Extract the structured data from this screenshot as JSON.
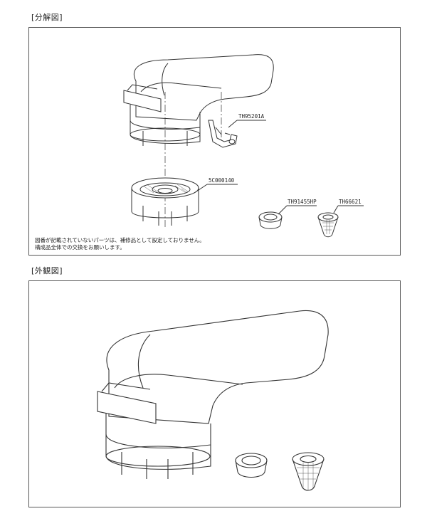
{
  "sections": {
    "exploded": {
      "title": "[分解図]"
    },
    "exterior": {
      "title": "[外観図]"
    }
  },
  "parts": {
    "lever_clip": "TH95201A",
    "aerator_cap": "5C000140",
    "packing": "TH91455HP",
    "strainer": "TH66621"
  },
  "note": {
    "line1": "図番が記載されていないパーツは、補修品として設定しておりません。",
    "line2": "構成品全体での交換をお願いします。"
  }
}
